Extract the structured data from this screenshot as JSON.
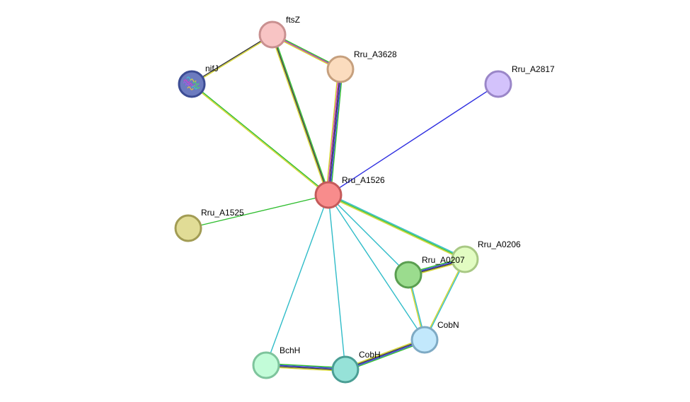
{
  "network": {
    "nodes": [
      {
        "id": "ftsZ",
        "label": "ftsZ",
        "fill": "#f8c4c4",
        "stroke": "#c99090"
      },
      {
        "id": "Rru_A3628",
        "label": "Rru_A3628",
        "fill": "#fbdcbe",
        "stroke": "#c6a07e"
      },
      {
        "id": "nifJ",
        "label": "nifJ",
        "fill": "#6c7bbf",
        "stroke": "#3c4c94",
        "icon": "protein-structure-icon"
      },
      {
        "id": "Rru_A2817",
        "label": "Rru_A2817",
        "fill": "#d3c2fb",
        "stroke": "#9a86c8"
      },
      {
        "id": "Rru_A1526",
        "label": "Rru_A1526",
        "fill": "#f88c8c",
        "stroke": "#c45a5a"
      },
      {
        "id": "Rru_A1525",
        "label": "Rru_A1525",
        "fill": "#e1dc96",
        "stroke": "#a29c54"
      },
      {
        "id": "Rru_A0206",
        "label": "Rru_A0206",
        "fill": "#e2fcc2",
        "stroke": "#a8c884"
      },
      {
        "id": "Rru_A0207",
        "label": "Rru_A0207",
        "fill": "#9bdc8e",
        "stroke": "#5a9e50"
      },
      {
        "id": "CobN",
        "label": "CobN",
        "fill": "#c2e8fc",
        "stroke": "#7eaac4"
      },
      {
        "id": "BchH",
        "label": "BchH",
        "fill": "#c2fcd8",
        "stroke": "#7ec49c"
      },
      {
        "id": "CobH",
        "label": "CobH",
        "fill": "#96e2d8",
        "stroke": "#4a9e94"
      }
    ],
    "edge_colors": {
      "green": "#2ebd2e",
      "yellow": "#d4d42a",
      "black": "#333333",
      "purple": "#b230b2",
      "blue": "#2f2fe0",
      "cyan": "#2fbcc8",
      "magenta": "#c832c8"
    },
    "edges": [
      {
        "source": "ftsZ",
        "target": "nifJ",
        "colors": [
          "yellow",
          "black"
        ]
      },
      {
        "source": "ftsZ",
        "target": "Rru_A3628",
        "colors": [
          "green",
          "purple",
          "yellow"
        ]
      },
      {
        "source": "ftsZ",
        "target": "Rru_A1526",
        "colors": [
          "green",
          "black",
          "yellow"
        ]
      },
      {
        "source": "Rru_A3628",
        "target": "Rru_A1526",
        "colors": [
          "green",
          "blue",
          "black",
          "magenta",
          "yellow"
        ]
      },
      {
        "source": "nifJ",
        "target": "Rru_A1526",
        "colors": [
          "green",
          "yellow"
        ]
      },
      {
        "source": "Rru_A2817",
        "target": "Rru_A1526",
        "colors": [
          "blue"
        ]
      },
      {
        "source": "Rru_A1525",
        "target": "Rru_A1526",
        "colors": [
          "green"
        ]
      },
      {
        "source": "Rru_A1526",
        "target": "Rru_A0206",
        "colors": [
          "cyan",
          "green",
          "yellow"
        ]
      },
      {
        "source": "Rru_A1526",
        "target": "Rru_A0207",
        "colors": [
          "cyan"
        ]
      },
      {
        "source": "Rru_A1526",
        "target": "CobN",
        "colors": [
          "cyan"
        ]
      },
      {
        "source": "Rru_A1526",
        "target": "BchH",
        "colors": [
          "cyan"
        ]
      },
      {
        "source": "Rru_A1526",
        "target": "CobH",
        "colors": [
          "cyan"
        ]
      },
      {
        "source": "Rru_A0207",
        "target": "Rru_A0206",
        "colors": [
          "green",
          "blue",
          "black",
          "yellow"
        ]
      },
      {
        "source": "Rru_A0206",
        "target": "CobN",
        "colors": [
          "cyan",
          "yellow"
        ]
      },
      {
        "source": "Rru_A0207",
        "target": "CobN",
        "colors": [
          "cyan",
          "yellow"
        ]
      },
      {
        "source": "CobN",
        "target": "CobH",
        "colors": [
          "green",
          "blue",
          "black",
          "yellow"
        ]
      },
      {
        "source": "BchH",
        "target": "CobH",
        "colors": [
          "green",
          "blue",
          "black",
          "yellow"
        ]
      }
    ]
  }
}
